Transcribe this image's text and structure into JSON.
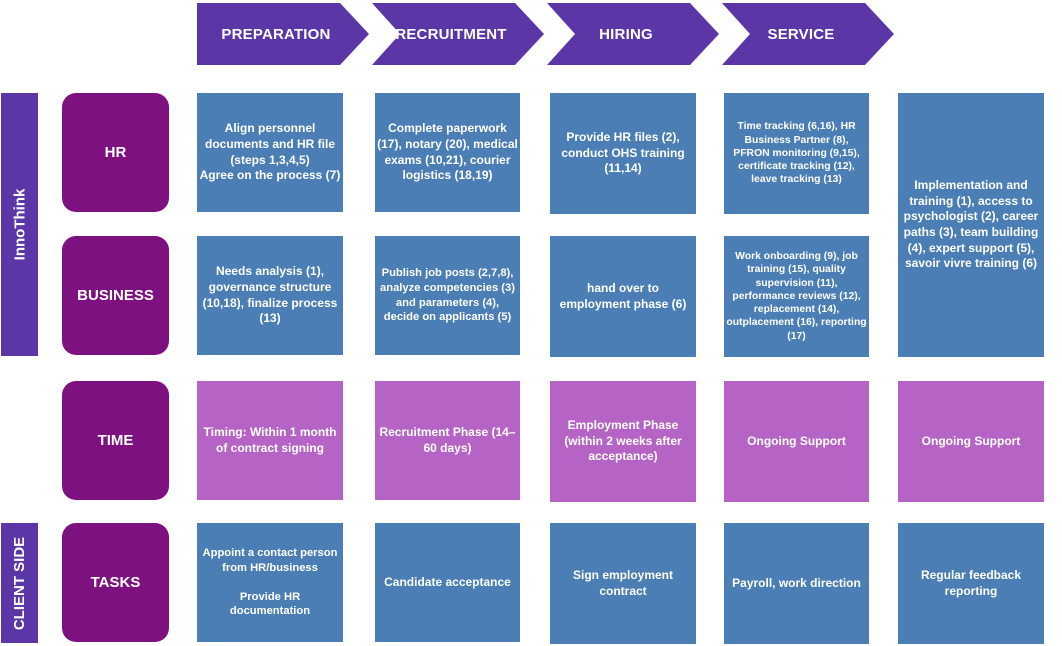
{
  "phases": [
    "PREPARATION",
    "RECRUITMENT",
    "HIRING",
    "SERVICE"
  ],
  "side_labels": {
    "provider": "InnoThink",
    "client": "CLIENT SIDE"
  },
  "row_labels": {
    "hr": "HR",
    "business": "BUSINESS",
    "time": "TIME",
    "tasks": "TASKS"
  },
  "hr": {
    "preparation": "Align personnel documents  and HR file (steps 1,3,4,5)\nAgree on the process (7)",
    "recruitment": "Complete  paperwork (17),  notary  (20), medical  exams  (10,21), courier logistics  (18,19)",
    "hiring": "Provide HR files  (2), conduct  OHS training (11,14)",
    "service": "Time tracking  (6,16), HR Business Partner (8), PFRON monitoring (9,15), certificate  tracking  (12), leave  tracking  (13)"
  },
  "business": {
    "preparation": "Needs analysis  (1), governance  structure (10,18),  finalize  process (13)",
    "recruitment": "Publish job posts (2,7,8), analyze competencies (3) and parameters  (4), decide on applicants (5)",
    "hiring": "hand over to employment  phase  (6)",
    "service": "Work onboarding (9), job training (15), quality supervision (11), performance reviews (12), replacement (14), outplacement (16), reporting (17)"
  },
  "extra_support": "Implementation   and training  (1), access to psychologist  (2), career paths  (3), team building (4), expert support  (5), savoir vivre training  (6)",
  "time": {
    "preparation": "Timing:  Within  1 month  of contract signing",
    "recruitment": "Recruitment  Phase (14–60 days)",
    "hiring": "Employment  Phase (within 2 weeks after acceptance)",
    "service": "Ongoing  Support",
    "extra": "Ongoing  Support"
  },
  "tasks": {
    "preparation": "Appoint a contact person from HR/business\n\nProvide HR documentation",
    "recruitment": "Candidate acceptance",
    "hiring": "Sign employment contract",
    "service": "Payroll, work direction",
    "extra": "Regular feedback reporting"
  },
  "colors": {
    "chevron": "#5b36a6",
    "side": "#5b36a6",
    "row_label": "#7d1180",
    "blue_cell": "#4a7eb4",
    "violet_cell": "#b564c6"
  }
}
